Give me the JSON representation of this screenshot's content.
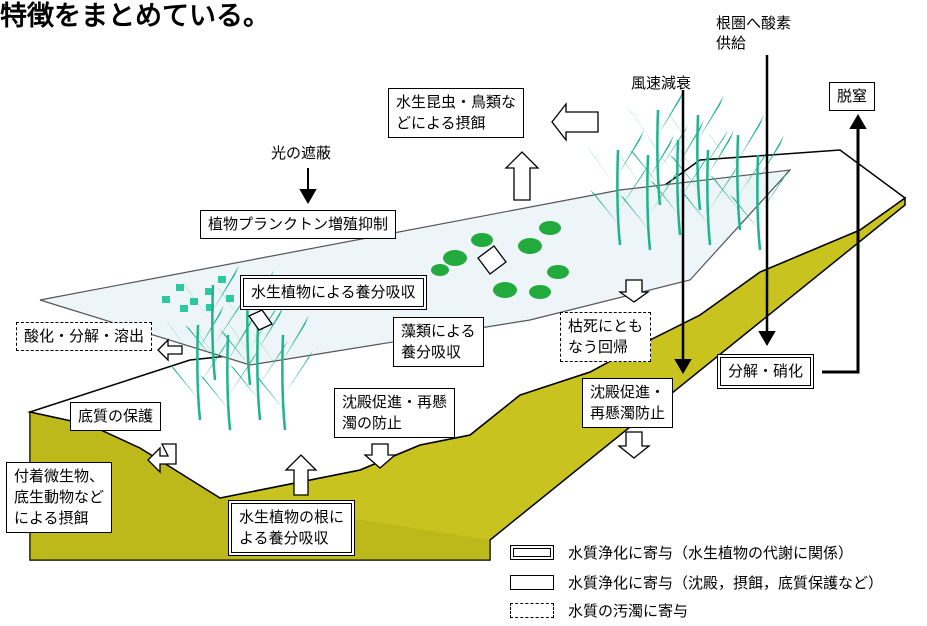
{
  "heading": "特徴をまとめている。",
  "labels": {
    "light": "光の遮蔽",
    "wind": "風速減衰",
    "oxygen_line1": "根圏へ酸素",
    "oxygen_line2": "供給"
  },
  "boxes": {
    "plankton": "植物プランクトン増殖抑制",
    "insects_line1": "水生昆虫・鳥類な",
    "insects_line2": "どによる摂餌",
    "denitrification": "脱窒",
    "aquatic_plant_uptake": "水生植物による養分吸収",
    "oxidation": "酸化・分解・溶出",
    "algae_line1": "藻類による",
    "algae_line2": "養分吸収",
    "withering_line1": "枯死にとも",
    "withering_line2": "なう回帰",
    "decomposition": "分解・硝化",
    "sediment": "底質の保護",
    "settling1_line1": "沈殿促進・再懸",
    "settling1_line2": "濁の防止",
    "settling2_line1": "沈殿促進・",
    "settling2_line2": "再懸濁防止",
    "attached_line1": "付着微生物、",
    "attached_line2": "底生動物など",
    "attached_line3": "による摂餌",
    "root_line1": "水生植物の根に",
    "root_line2": "よる養分吸収"
  },
  "legend": [
    {
      "style": "double",
      "text": "水質浄化に寄与（水生植物の代謝に関係）"
    },
    {
      "style": "single",
      "text": "水質浄化に寄与（沈殿，摂餌，底質保護など）"
    },
    {
      "style": "dashed",
      "text": "水質の汚濁に寄与"
    }
  ],
  "colors": {
    "soil": "#c8c31e",
    "soil_dark": "#a9a516",
    "water": "#eef5f8",
    "reed": "#1fb38e",
    "lily": "#22aa3c",
    "plankton": "#2ec8a0"
  }
}
